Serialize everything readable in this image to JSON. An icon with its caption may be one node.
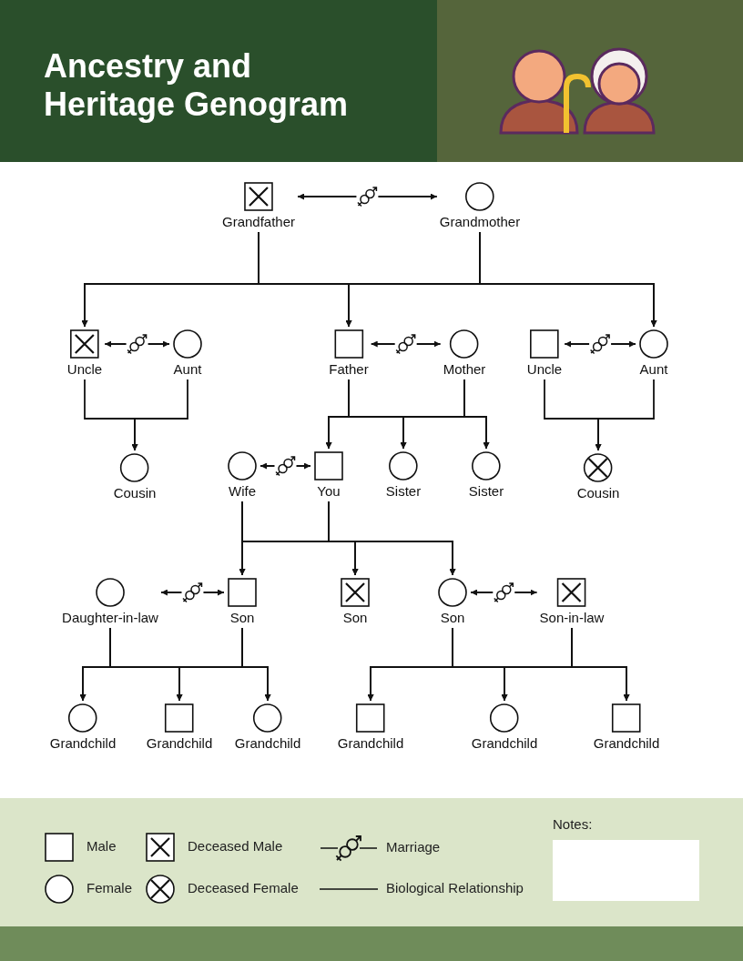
{
  "diagram": {
    "title": "Ancestry and Heritage Genogram",
    "nodes": [
      {
        "text": [
          "Grandfather"
        ]
      },
      {
        "text": [
          "Grandmother"
        ]
      },
      {
        "text": [
          "Uncle"
        ]
      },
      {
        "text": [
          "Aunt"
        ]
      },
      {
        "text": [
          "Father"
        ]
      },
      {
        "text": [
          "Mother"
        ]
      },
      {
        "text": [
          "Uncle"
        ]
      },
      {
        "text": [
          "Aunt"
        ]
      },
      {
        "text": [
          "Cousin"
        ]
      },
      {
        "text": [
          "Wife"
        ]
      },
      {
        "text": [
          "You"
        ]
      },
      {
        "text": [
          "Sister"
        ]
      },
      {
        "text": [
          "Sister"
        ]
      },
      {
        "text": [
          "Cousin"
        ]
      },
      {
        "text": [
          "Daughter-in-law"
        ]
      },
      {
        "text": [
          "Son"
        ]
      },
      {
        "text": [
          "Son"
        ]
      },
      {
        "text": [
          "Son"
        ]
      },
      {
        "text": [
          "Son-in-law"
        ]
      },
      {
        "text": [
          "Grandchild"
        ]
      },
      {
        "text": [
          "Grandchild"
        ]
      },
      {
        "text": [
          "Grandchild"
        ]
      },
      {
        "text": [
          "Grandchild"
        ]
      },
      {
        "text": [
          "Grandchild"
        ]
      },
      {
        "text": [
          "Grandchild"
        ]
      }
    ],
    "edges": [
      {
        "from": 0,
        "to": 1,
        "arrow": "both"
      },
      {
        "from": 0,
        "to": 2,
        "arrow": "to"
      },
      {
        "from": 0,
        "to": 4,
        "arrow": "to"
      },
      {
        "from": 0,
        "to": 7,
        "arrow": "to"
      },
      {
        "from": 1,
        "to": 2,
        "arrow": "to"
      },
      {
        "from": 1,
        "to": 4,
        "arrow": "to"
      },
      {
        "from": 1,
        "to": 7,
        "arrow": "to"
      },
      {
        "from": 2,
        "to": 3,
        "arrow": "both"
      },
      {
        "from": 2,
        "to": 8,
        "arrow": "to"
      },
      {
        "from": 3,
        "to": 8,
        "arrow": "to"
      },
      {
        "from": 4,
        "to": 5,
        "arrow": "both"
      },
      {
        "from": 4,
        "to": 10,
        "arrow": "to"
      },
      {
        "from": 4,
        "to": 11,
        "arrow": "to"
      },
      {
        "from": 4,
        "to": 12,
        "arrow": "to"
      },
      {
        "from": 5,
        "to": 10,
        "arrow": "to"
      },
      {
        "from": 5,
        "to": 11,
        "arrow": "to"
      },
      {
        "from": 5,
        "to": 12,
        "arrow": "to"
      },
      {
        "from": 6,
        "to": 7,
        "arrow": "both"
      },
      {
        "from": 6,
        "to": 13,
        "arrow": "to"
      },
      {
        "from": 7,
        "to": 13,
        "arrow": "to"
      },
      {
        "from": 9,
        "to": 10,
        "arrow": "both"
      },
      {
        "from": 9,
        "to": 15,
        "arrow": "to"
      },
      {
        "from": 9,
        "to": 16,
        "arrow": "to"
      },
      {
        "from": 9,
        "to": 17,
        "arrow": "to"
      },
      {
        "from": 10,
        "to": 15,
        "arrow": "to"
      },
      {
        "from": 10,
        "to": 16,
        "arrow": "to"
      },
      {
        "from": 10,
        "to": 17,
        "arrow": "to"
      },
      {
        "from": 14,
        "to": 15,
        "arrow": "both"
      },
      {
        "from": 14,
        "to": 19,
        "arrow": "to"
      },
      {
        "from": 14,
        "to": 20,
        "arrow": "to"
      },
      {
        "from": 14,
        "to": 21,
        "arrow": "to"
      },
      {
        "from": 15,
        "to": 19,
        "arrow": "to"
      },
      {
        "from": 15,
        "to": 20,
        "arrow": "to"
      },
      {
        "from": 15,
        "to": 21,
        "arrow": "to"
      },
      {
        "from": 17,
        "to": 18,
        "arrow": "both"
      },
      {
        "from": 17,
        "to": 22,
        "arrow": "to"
      },
      {
        "from": 17,
        "to": 23,
        "arrow": "to"
      },
      {
        "from": 17,
        "to": 24,
        "arrow": "to"
      },
      {
        "from": 18,
        "to": 22,
        "arrow": "to"
      },
      {
        "from": 18,
        "to": 23,
        "arrow": "to"
      },
      {
        "from": 18,
        "to": 24,
        "arrow": "to"
      }
    ],
    "labels": [
      "Notes:"
    ],
    "legend": [
      {
        "text": "Male"
      },
      {
        "text": "Deceased Male"
      },
      {
        "text": "Marriage"
      },
      {
        "text": "Female"
      },
      {
        "text": "Deceased Female"
      },
      {
        "text": "Biological Relationship"
      }
    ]
  }
}
